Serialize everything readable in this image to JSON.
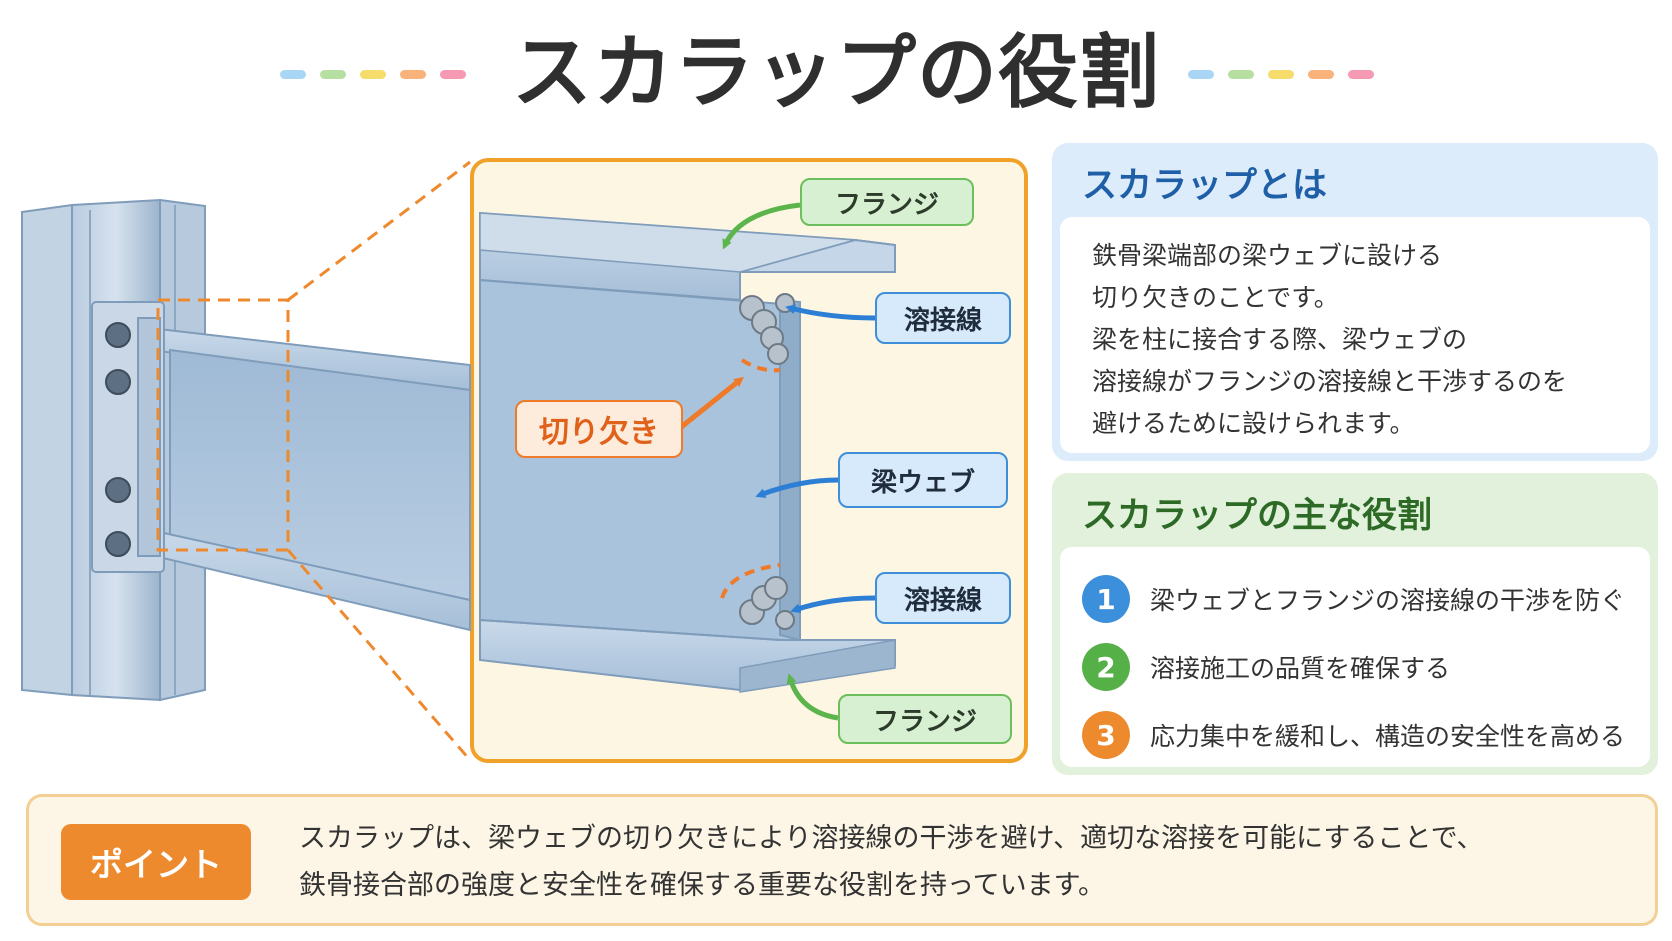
{
  "title": "スカラップの役割",
  "decor_colors": [
    "#a9d6f5",
    "#b6dfa1",
    "#f6dc6b",
    "#f8b27a",
    "#f59ab2"
  ],
  "diagram": {
    "labels": {
      "flange_top": "フランジ",
      "weld_top": "溶接線",
      "cutout": "切り欠き",
      "beam_web": "梁ウェブ",
      "weld_bottom": "溶接線",
      "flange_bottom": "フランジ"
    },
    "colors": {
      "steel": "#a9c3dc",
      "steel_dark": "#7f9cba",
      "zoom_border": "#f0a12a",
      "green_arrow": "#5cb54c",
      "blue_arrow": "#2c7fd4",
      "orange_arrow": "#ee7a2a"
    }
  },
  "what_card": {
    "heading": "スカラップとは",
    "lines": [
      "鉄骨梁端部の梁ウェブに設ける",
      "切り欠きのことです。",
      "梁を柱に接合する際、梁ウェブの",
      "溶接線がフランジの溶接線と干渉するのを",
      "避けるために設けられます。"
    ]
  },
  "role_card": {
    "heading": "スカラップの主な役割",
    "items": [
      {
        "num": "1",
        "text": "梁ウェブとフランジの溶接線の干渉を防ぐ",
        "color": "#3b8fdb"
      },
      {
        "num": "2",
        "text": "溶接施工の品質を確保する",
        "color": "#55b047"
      },
      {
        "num": "3",
        "text": "応力集中を緩和し、構造の安全性を高める",
        "color": "#ee8a2e"
      }
    ]
  },
  "point": {
    "badge": "ポイント",
    "lines": [
      "スカラップは、梁ウェブの切り欠きにより溶接線の干渉を避け、適切な溶接を可能にすることで、",
      "鉄骨接合部の強度と安全性を確保する重要な役割を持っています。"
    ]
  }
}
